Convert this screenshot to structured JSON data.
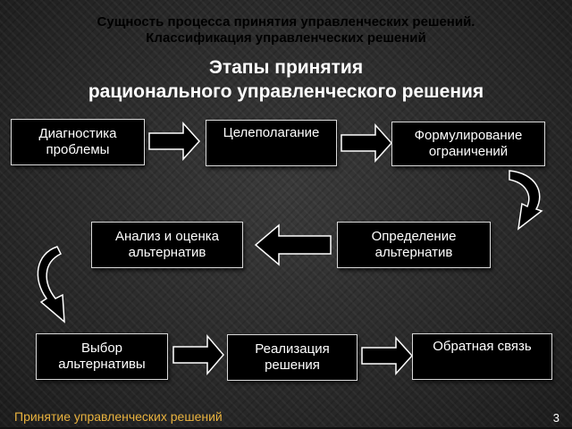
{
  "header": {
    "line1": "Сущность процесса принятия управленческих решений.",
    "line2": "Классификация управленческих решений"
  },
  "title": {
    "line1": "Этапы принятия",
    "line2": "рационального управленческого решения"
  },
  "steps": [
    "Диагностика\nпроблемы",
    "Целеполагание",
    "Формулирование\nограничений",
    "Определение\nальтернатив",
    "Анализ и оценка\nальтернатив",
    "Выбор\nальтернативы",
    "Реализация\nрешения",
    "Обратная связь"
  ],
  "footer": {
    "text": "Принятие управленческих решений",
    "page": "3"
  },
  "colors": {
    "box_bg": "#000000",
    "box_border": "#d9d9d9",
    "arrow_fill": "#000000",
    "arrow_stroke": "#ffffff",
    "footer_text": "#e8b23e"
  }
}
